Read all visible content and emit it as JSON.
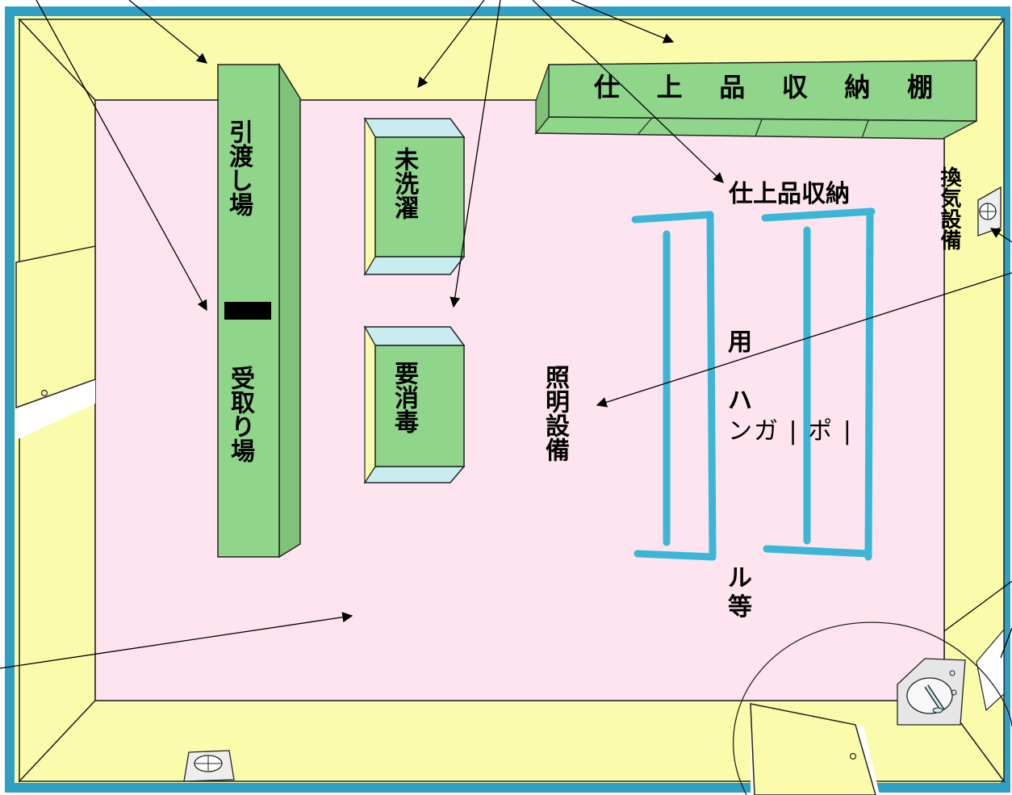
{
  "labels": {
    "hikiwatashi": "引渡し場",
    "uketori": "受取り場",
    "misentaku": "未洗濯",
    "yoshodoku": "要消毒",
    "shelf_title": [
      "仕",
      "上",
      "品",
      "収",
      "納",
      "棚"
    ],
    "finished_storage": "仕上品収納",
    "ventilation": "換気設備",
    "lighting": "照明設備",
    "hanger_you": "用",
    "hanger_ha": "ハ",
    "hanger_line": "ンガ | ポ |",
    "hanger_ru": "ル",
    "hanger_tou": "等"
  },
  "colors": {
    "outer_wall": "#2f9fc4",
    "wall_face": "#fbfcab",
    "floor": "#fde4ef",
    "furniture": "#8fd58a",
    "furniture_top": "#c9ecf0",
    "hanger_pole": "#3cb6d6",
    "door_floor": "#ffffff"
  }
}
